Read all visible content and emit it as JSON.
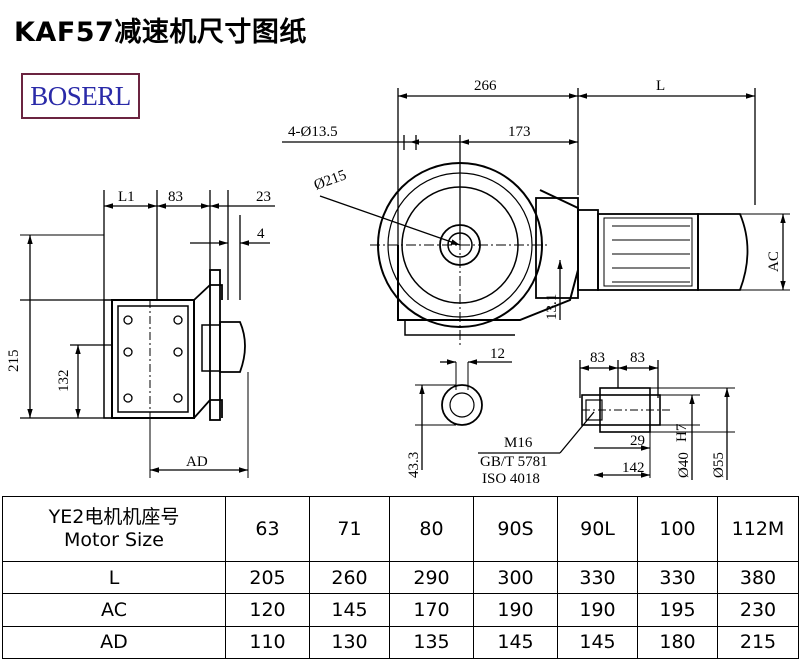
{
  "title": "KAF57减速机尺寸图纸",
  "logo": "BOSERL",
  "drawing": {
    "side_view": {
      "L1": "L1",
      "d83": "83",
      "d23": "23",
      "d4": "4",
      "d215": "215",
      "d132": "132",
      "AD": "AD"
    },
    "front_view": {
      "d266": "266",
      "L": "L",
      "holes": "4-Ø13.5",
      "d173": "173",
      "diam215": "Ø215",
      "AC": "AC",
      "d13_1": "13.1"
    },
    "shaft_detail": {
      "d12": "12",
      "d43_3": "43.3"
    },
    "hollow_shaft": {
      "d83a": "83",
      "d83b": "83",
      "thread": "M16",
      "standard1": "GB/T 5781",
      "standard2": "ISO 4018",
      "d29": "29",
      "d142": "142",
      "d40": "Ø40",
      "d40_tol": "H7",
      "d55": "Ø55"
    }
  },
  "table": {
    "header_label_line1": "YE2电机机座号",
    "header_label_line2": "Motor Size",
    "sizes": [
      "63",
      "71",
      "80",
      "90S",
      "90L",
      "100",
      "112M"
    ],
    "rows": [
      {
        "label": "L",
        "values": [
          "205",
          "260",
          "290",
          "300",
          "330",
          "330",
          "380"
        ]
      },
      {
        "label": "AC",
        "values": [
          "120",
          "145",
          "170",
          "190",
          "190",
          "195",
          "230"
        ]
      },
      {
        "label": "AD",
        "values": [
          "110",
          "130",
          "135",
          "145",
          "145",
          "180",
          "215"
        ]
      }
    ]
  }
}
